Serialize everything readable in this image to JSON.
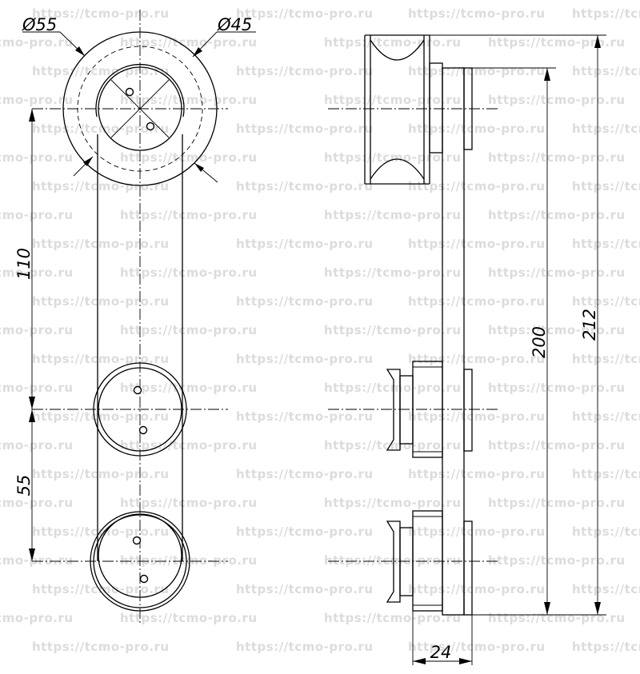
{
  "watermark": "https://tcmo-pro.ru",
  "dimensions": {
    "outer_diameter": "Ø55",
    "inner_diameter": "Ø45",
    "center_spacing_upper": "110",
    "center_spacing_lower": "55",
    "height_inner": "200",
    "height_overall": "212",
    "width": "24"
  }
}
